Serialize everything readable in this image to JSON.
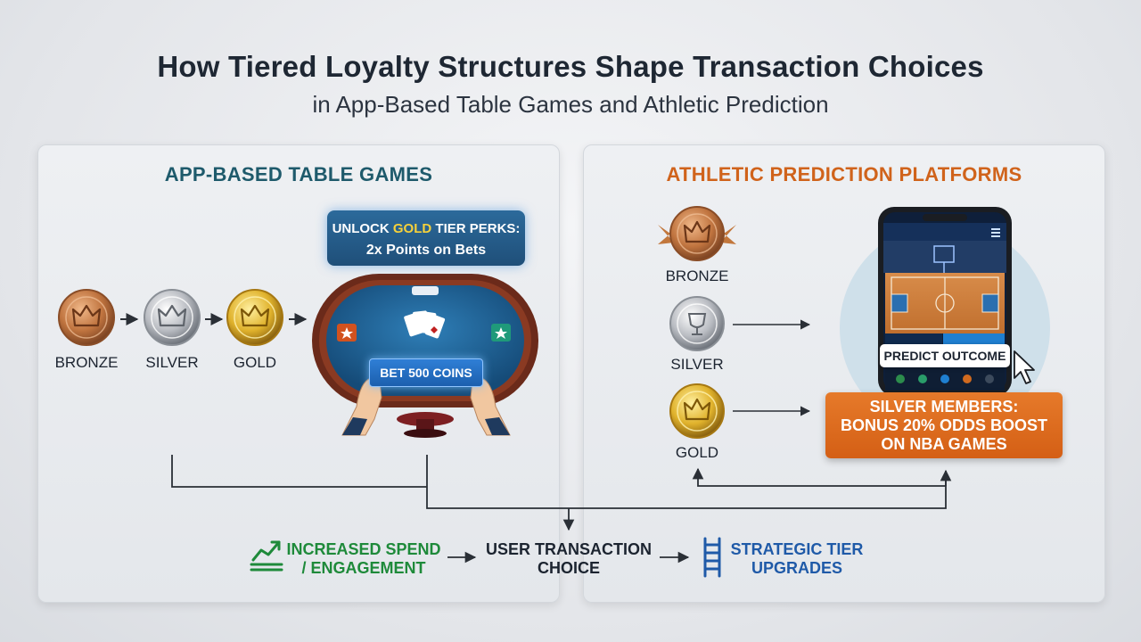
{
  "header": {
    "title": "How Tiered Loyalty Structures Shape Transaction Choices",
    "subtitle": "in App-Based Table Games and Athletic Prediction"
  },
  "left_panel": {
    "heading": "APP-BASED TABLE GAMES",
    "tiers": [
      "BRONZE",
      "SILVER",
      "GOLD"
    ],
    "callout_line1_pre": "UNLOCK ",
    "callout_line1_gold": "GOLD",
    "callout_line1_post": " TIER PERKS:",
    "callout_line2": "2x Points on Bets",
    "bet_button": "BET 500 COINS"
  },
  "right_panel": {
    "heading": "ATHLETIC PREDICTION PLATFORMS",
    "tiers": [
      "BRONZE",
      "SILVER",
      "GOLD"
    ],
    "predict_button": "PREDICT OUTCOME",
    "callout_lines": [
      "SILVER MEMBERS:",
      "BONUS 20% ODDS BOOST",
      "ON NBA GAMES"
    ]
  },
  "flow": {
    "increased": [
      "INCREASED SPEND",
      "/ ENGAGEMENT"
    ],
    "choice": [
      "USER TRANSACTION",
      "CHOICE"
    ],
    "upgrades": [
      "STRATEGIC TIER",
      "UPGRADES"
    ]
  },
  "colors": {
    "bronze": "#c0743f",
    "silver": "#b9bcc2",
    "gold": "#e0b22c",
    "left_heading": "#1e5a6b",
    "right_heading": "#d0631b",
    "green": "#1e8a3a",
    "blue": "#1f5aa8"
  }
}
